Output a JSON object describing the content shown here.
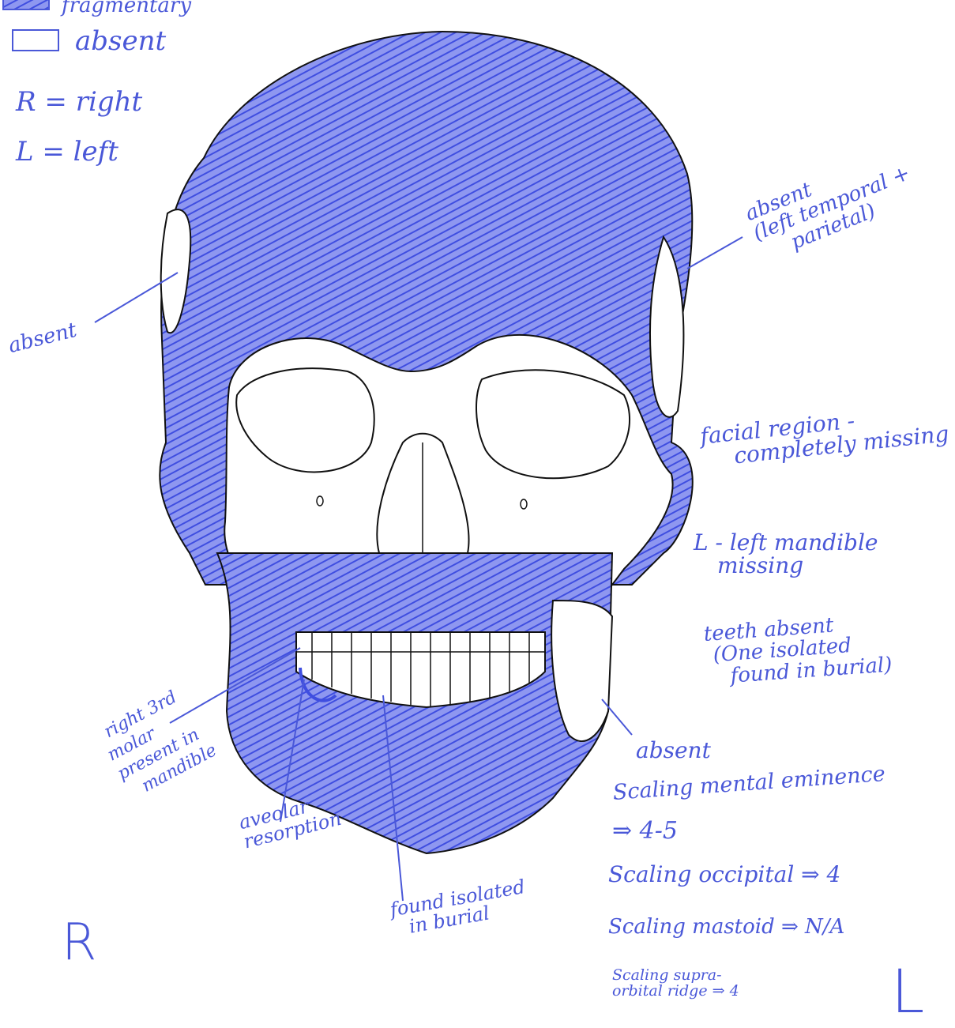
{
  "colors": {
    "ink": "#4a58d8",
    "line": "#111111",
    "paper": "#ffffff"
  },
  "legend": {
    "fragmentary_label": "fragmentary",
    "absent_label": "absent",
    "right_abbrev": "R = right",
    "left_abbrev": "L = left"
  },
  "annotations": {
    "absent_left_temporal": [
      "absent",
      "(left temporal +",
      "parietal)"
    ],
    "absent_side": "absent",
    "facial_region": [
      "facial region -",
      "completely missing"
    ],
    "left_mandible": [
      "L - left mandible",
      "missing"
    ],
    "teeth_absent": [
      "teeth absent",
      "(One isolated",
      "found in burial)"
    ],
    "right_3rd_molar": [
      "right 3rd",
      "molar",
      "present in",
      "mandible"
    ],
    "alveolar_resorption": [
      "aveolar",
      "resorption"
    ],
    "absent_mandible": "absent",
    "found_isolated": [
      "found isolated",
      "in burial"
    ]
  },
  "scaling": {
    "mental_eminence": "Scaling mental eminence",
    "mental_eminence_value": "⇒ 4-5",
    "occipital": "Scaling occipital ⇒ 4",
    "mastoid": "Scaling mastoid ⇒ N/A",
    "supraorbital_line1": "Scaling supra-",
    "supraorbital_line2": "orbital ridge ⇒ 4"
  },
  "side_labels": {
    "right": "R",
    "left": "L"
  }
}
